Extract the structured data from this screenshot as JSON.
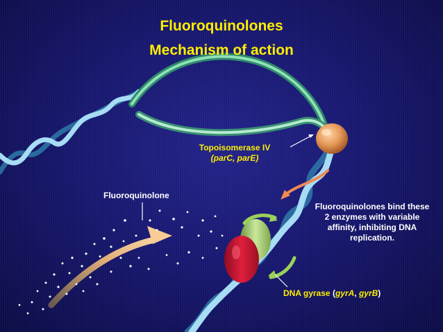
{
  "title": {
    "line1": "Fluoroquinolones",
    "line2": "Mechanism of action"
  },
  "labels": {
    "topoisomerase_name": "Topoisomerase IV",
    "topoisomerase_genes": "(parC, parE)",
    "fluoroquinolone": "Fluoroquinolone",
    "note": "Fluoroquinolones bind these 2 enzymes with variable affinity, inhibiting DNA replication.",
    "gyrase_name": "DNA gyrase",
    "gyrase_gene_a": "gyrA",
    "gyrase_gene_b": "gyrB",
    "punct_open": "(",
    "punct_comma": ", ",
    "punct_close": ")"
  },
  "colors": {
    "title_text": "#ffee00",
    "highlight_text": "#ffee00",
    "body_text": "#ffffff",
    "background_center": "#23238a",
    "dna_strand": "#9fd8f4",
    "loop_ribbon": "#5fbf9a",
    "topo_enzyme": "#e89a5a",
    "gyrase_red": "#d81835",
    "gyrase_green": "#a8d06e",
    "drug_arrow": "#f4c486"
  },
  "icons": {
    "dna": "dna-helix",
    "enzyme_topoisomerase": "orange-sphere",
    "enzyme_gyrase": "red-green-clamp",
    "drug": "fluoroquinolone-particles"
  }
}
